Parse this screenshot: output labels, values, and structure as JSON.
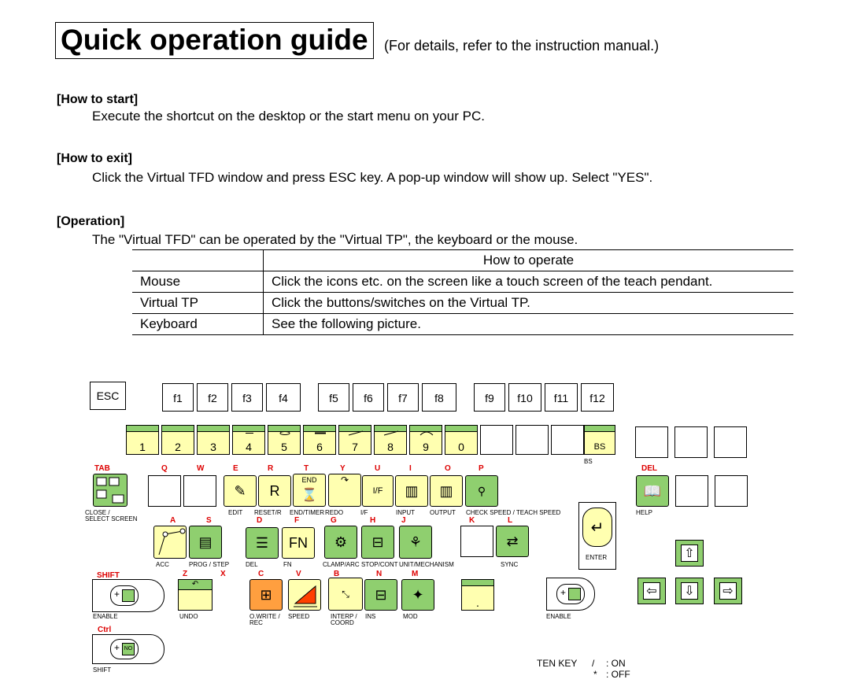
{
  "title": "Quick operation guide",
  "title_note": "(For details, refer to the instruction manual.)",
  "sections": {
    "start": {
      "heading": "[How to start]",
      "text": "Execute the shortcut on the desktop or the start menu on your PC."
    },
    "exit": {
      "heading": "[How to exit]",
      "text": "Click the Virtual TFD window and press ESC key. A pop-up window will show up. Select \"YES\"."
    },
    "operation": {
      "heading": "[Operation]",
      "text": "The \"Virtual TFD\" can be operated by the \"Virtual TP\", the keyboard or the mouse."
    }
  },
  "table": {
    "header": "How to operate",
    "rows": [
      {
        "method": "Mouse",
        "how": "Click the icons etc. on the screen like a touch screen of the teach pendant."
      },
      {
        "method": "Virtual TP",
        "how": "Click the buttons/switches on the Virtual TP."
      },
      {
        "method": "Keyboard",
        "how": "See the following picture."
      }
    ]
  },
  "keyboard": {
    "esc": "ESC",
    "fkeys": [
      "f1",
      "f2",
      "f3",
      "f4",
      "f5",
      "f6",
      "f7",
      "f8",
      "f9",
      "f10",
      "f11",
      "f12"
    ],
    "numkeys": [
      "1",
      "2",
      "3",
      "4",
      "5",
      "6",
      "7",
      "8",
      "9",
      "0"
    ],
    "bs_glyph": "BS",
    "bs_label": "BS",
    "letters": {
      "tab": "TAB",
      "q": "Q",
      "w": "W",
      "e": "E",
      "r": "R",
      "t": "T",
      "y": "Y",
      "u": "U",
      "i": "I",
      "o": "O",
      "p": "P",
      "del": "DEL",
      "a": "A",
      "s": "S",
      "d": "D",
      "f": "F",
      "g": "G",
      "h": "H",
      "j": "J",
      "k": "K",
      "l": "L",
      "shift": "SHIFT",
      "z": "Z",
      "x": "X",
      "c": "C",
      "v": "V",
      "b": "B",
      "n": "N",
      "m": "M",
      "ctrl": "Ctrl"
    },
    "labels": {
      "close_select": "CLOSE /",
      "close_select2": "SELECT SCREEN",
      "edit": "EDIT",
      "reset": "RESET/R",
      "endtimer": "END/TIMER",
      "redo": "REDO",
      "if": "I/F",
      "input": "INPUT",
      "output": "OUTPUT",
      "checkspeed": "CHECK SPEED / TEACH SPEED",
      "help": "HELP",
      "acc": "ACC",
      "progstep": "PROG / STEP",
      "del": "DEL",
      "fn": "FN",
      "clamparc": "CLAMP/ARC",
      "stopcont": "STOP/CONT",
      "unitmech": "UNIT/MECHANISM",
      "sync": "SYNC",
      "enter": "ENTER",
      "enable": "ENABLE",
      "undo": "UNDO",
      "owrite": "O.WRITE /",
      "owrite2": "REC",
      "speed": "SPEED",
      "interp": "INTERP /",
      "interp2": "COORD",
      "ins": "INS",
      "mod": "MOD",
      "enable_r": "ENABLE",
      "shift_lab": "SHIFT"
    },
    "glyphs": {
      "r_key": "R",
      "end_key": "END",
      "fn_key": "FN",
      "if_key": "I/F",
      "no_key": "NO",
      "period": "."
    }
  },
  "tenkey": {
    "label": "TEN KEY",
    "slash": "/",
    "on": ": ON",
    "star": "*",
    "off": ": OFF"
  }
}
